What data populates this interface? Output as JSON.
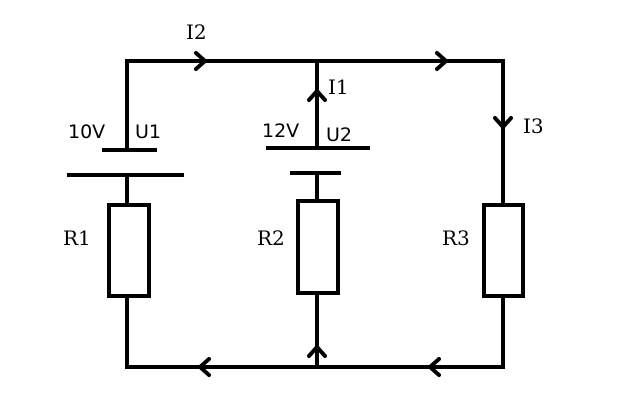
{
  "diagram": {
    "type": "electric-circuit",
    "colors": {
      "line": "#000000",
      "background": "#ffffff"
    },
    "currents": [
      {
        "id": "I1",
        "label": "I1",
        "branch": "middle",
        "direction": "up"
      },
      {
        "id": "I2",
        "label": "I2",
        "branch": "left-top",
        "direction": "right"
      },
      {
        "id": "I3",
        "label": "I3",
        "branch": "right",
        "direction": "down"
      }
    ],
    "sources": [
      {
        "id": "U1",
        "label": "U1",
        "voltage": "10V",
        "branch": "left",
        "positive_plate": "bottom"
      },
      {
        "id": "U2",
        "label": "U2",
        "voltage": "12V",
        "branch": "middle",
        "positive_plate": "top"
      }
    ],
    "resistors": [
      {
        "id": "R1",
        "label": "R1",
        "branch": "left"
      },
      {
        "id": "R2",
        "label": "R2",
        "branch": "middle"
      },
      {
        "id": "R3",
        "label": "R3",
        "branch": "right"
      }
    ]
  }
}
